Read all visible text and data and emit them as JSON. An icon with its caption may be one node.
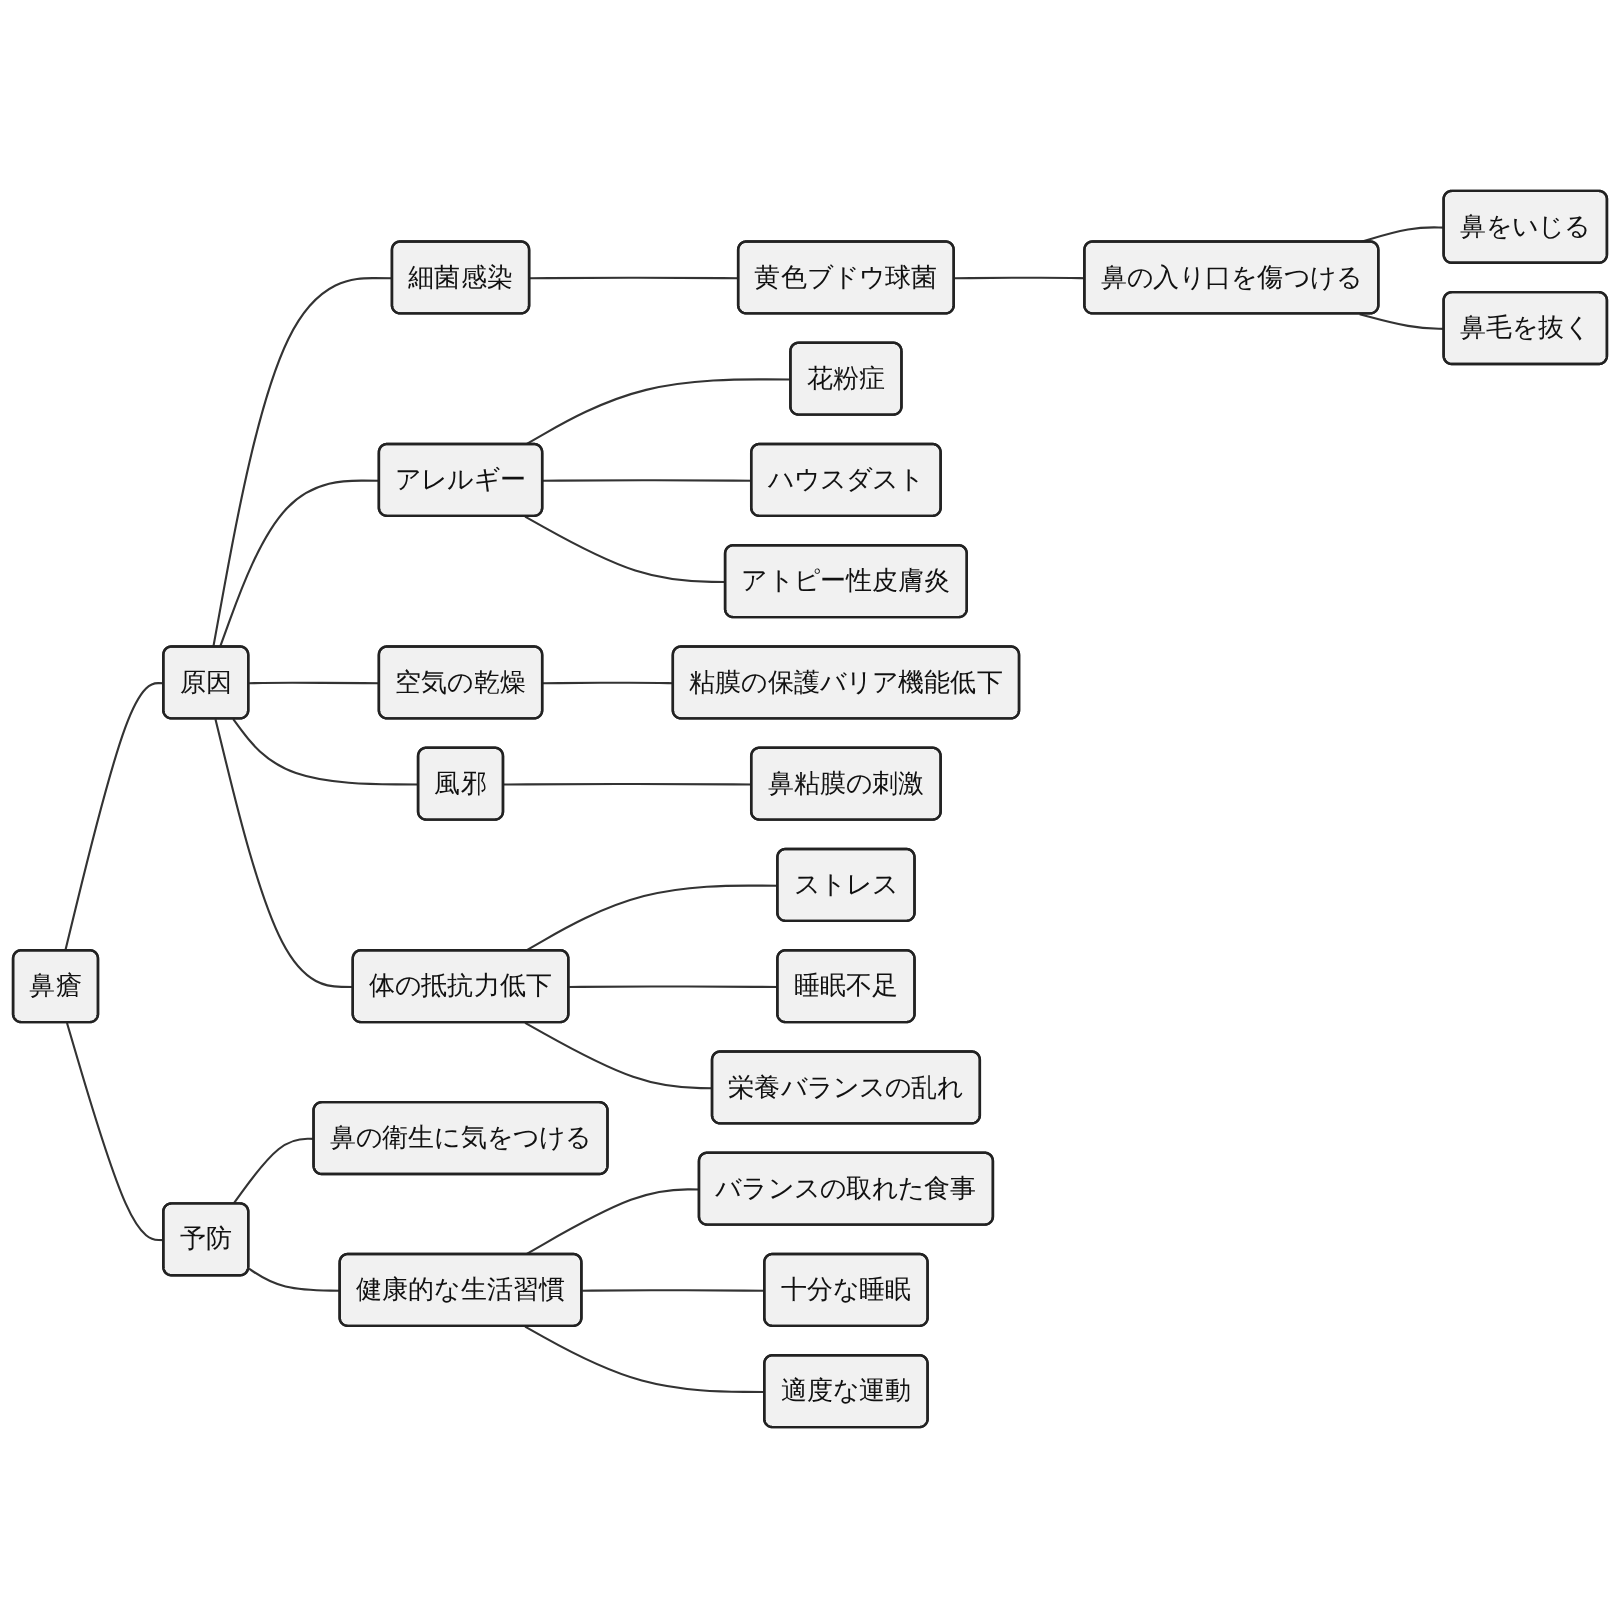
{
  "diagram": {
    "nodes": [
      {
        "text": [
          "鼻瘡"
        ]
      },
      {
        "text": [
          "原因"
        ]
      },
      {
        "text": [
          "細菌感染"
        ]
      },
      {
        "text": [
          "黄色ブドウ球菌"
        ]
      },
      {
        "text": [
          "鼻の入り口を傷つける"
        ]
      },
      {
        "text": [
          "鼻をいじる"
        ]
      },
      {
        "text": [
          "鼻毛を抜く"
        ]
      },
      {
        "text": [
          "アレルギー"
        ]
      },
      {
        "text": [
          "花粉症"
        ]
      },
      {
        "text": [
          "ハウスダスト"
        ]
      },
      {
        "text": [
          "アトピー性皮膚炎"
        ]
      },
      {
        "text": [
          "空気の乾燥"
        ]
      },
      {
        "text": [
          "粘膜の保護バリア機能低下"
        ]
      },
      {
        "text": [
          "風邪"
        ]
      },
      {
        "text": [
          "鼻粘膜の刺激"
        ]
      },
      {
        "text": [
          "体の抵抗力低下"
        ]
      },
      {
        "text": [
          "ストレス"
        ]
      },
      {
        "text": [
          "睡眠不足"
        ]
      },
      {
        "text": [
          "栄養バランスの乱れ"
        ]
      },
      {
        "text": [
          "予防"
        ]
      },
      {
        "text": [
          "鼻の衛生に気をつける"
        ]
      },
      {
        "text": [
          "健康的な生活習慣"
        ]
      },
      {
        "text": [
          "バランスの取れた食事"
        ]
      },
      {
        "text": [
          "十分な睡眠"
        ]
      },
      {
        "text": [
          "適度な運動"
        ]
      }
    ],
    "edges": [
      {
        "from": 0,
        "to": 1,
        "arrow": "none"
      },
      {
        "from": 1,
        "to": 2,
        "arrow": "none"
      },
      {
        "from": 2,
        "to": 3,
        "arrow": "none"
      },
      {
        "from": 3,
        "to": 4,
        "arrow": "none"
      },
      {
        "from": 4,
        "to": 5,
        "arrow": "none"
      },
      {
        "from": 4,
        "to": 6,
        "arrow": "none"
      },
      {
        "from": 1,
        "to": 7,
        "arrow": "none"
      },
      {
        "from": 7,
        "to": 8,
        "arrow": "none"
      },
      {
        "from": 7,
        "to": 9,
        "arrow": "none"
      },
      {
        "from": 7,
        "to": 10,
        "arrow": "none"
      },
      {
        "from": 1,
        "to": 11,
        "arrow": "none"
      },
      {
        "from": 11,
        "to": 12,
        "arrow": "none"
      },
      {
        "from": 1,
        "to": 13,
        "arrow": "none"
      },
      {
        "from": 13,
        "to": 14,
        "arrow": "none"
      },
      {
        "from": 1,
        "to": 15,
        "arrow": "none"
      },
      {
        "from": 15,
        "to": 16,
        "arrow": "none"
      },
      {
        "from": 15,
        "to": 17,
        "arrow": "none"
      },
      {
        "from": 15,
        "to": 18,
        "arrow": "none"
      },
      {
        "from": 0,
        "to": 19,
        "arrow": "none"
      },
      {
        "from": 19,
        "to": 20,
        "arrow": "none"
      },
      {
        "from": 19,
        "to": 21,
        "arrow": "none"
      },
      {
        "from": 21,
        "to": 22,
        "arrow": "none"
      },
      {
        "from": 21,
        "to": 23,
        "arrow": "none"
      },
      {
        "from": 21,
        "to": 24,
        "arrow": "none"
      }
    ]
  }
}
